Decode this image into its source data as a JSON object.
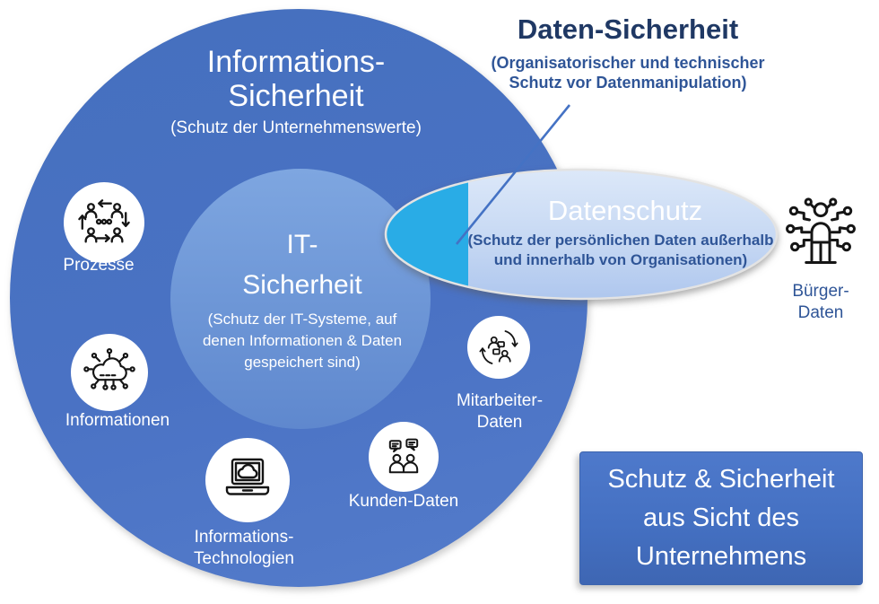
{
  "colors": {
    "outer_circle_blue": "#4A72C4",
    "inner_circle_blue": "#6E97D7",
    "ellipse_light_blue_top": "#DCE8F9",
    "ellipse_light_blue_bottom": "#AFC7EE",
    "overlap_cyan": "#29ACE6",
    "title_navy": "#1F3864",
    "subtitle_blue": "#2F5597",
    "caption_box_blue": "#4470C2",
    "connector_blue": "#4472C4",
    "text_white": "#FFFFFF"
  },
  "outer_circle": {
    "title_line1": "Informations-",
    "title_line2": "Sicherheit",
    "subtitle": "(Schutz der Unternehmenswerte)"
  },
  "inner_circle": {
    "title_line1": "IT-",
    "title_line2": "Sicherheit",
    "subtitle_line1": "(Schutz der IT-Systeme, auf",
    "subtitle_line2": "denen Informationen & Daten",
    "subtitle_line3": "gespeichert sind)"
  },
  "callout": {
    "title": "Daten-Sicherheit",
    "subtitle_line1": "(Organisatorischer und technischer",
    "subtitle_line2": "Schutz vor Datenmanipulation)"
  },
  "ellipse": {
    "title": "Datenschutz",
    "subtitle_line1": "(Schutz der persönlichen Daten außerhalb",
    "subtitle_line2": "und innerhalb von Organisationen)"
  },
  "nodes": {
    "prozesse": {
      "label": "Prozesse",
      "icon": "process-cycle-icon"
    },
    "informationen": {
      "label": "Informationen",
      "icon": "information-cloud-network-icon"
    },
    "informations_technologien": {
      "label_line1": "Informations-",
      "label_line2": "Technologien",
      "icon": "laptop-cloud-icon"
    },
    "kunden_daten": {
      "label": "Kunden-Daten",
      "icon": "customers-chat-icon"
    },
    "mitarbeiter_daten": {
      "label_line1": "Mitarbeiter-",
      "label_line2": "Daten",
      "icon": "employees-exchange-icon"
    },
    "buerger_daten": {
      "label_line1": "Bürger-",
      "label_line2": "Daten",
      "icon": "citizen-network-icon"
    }
  },
  "caption_box": {
    "line1": "Schutz & Sicherheit",
    "line2": "aus Sicht des",
    "line3": "Unternehmens"
  }
}
